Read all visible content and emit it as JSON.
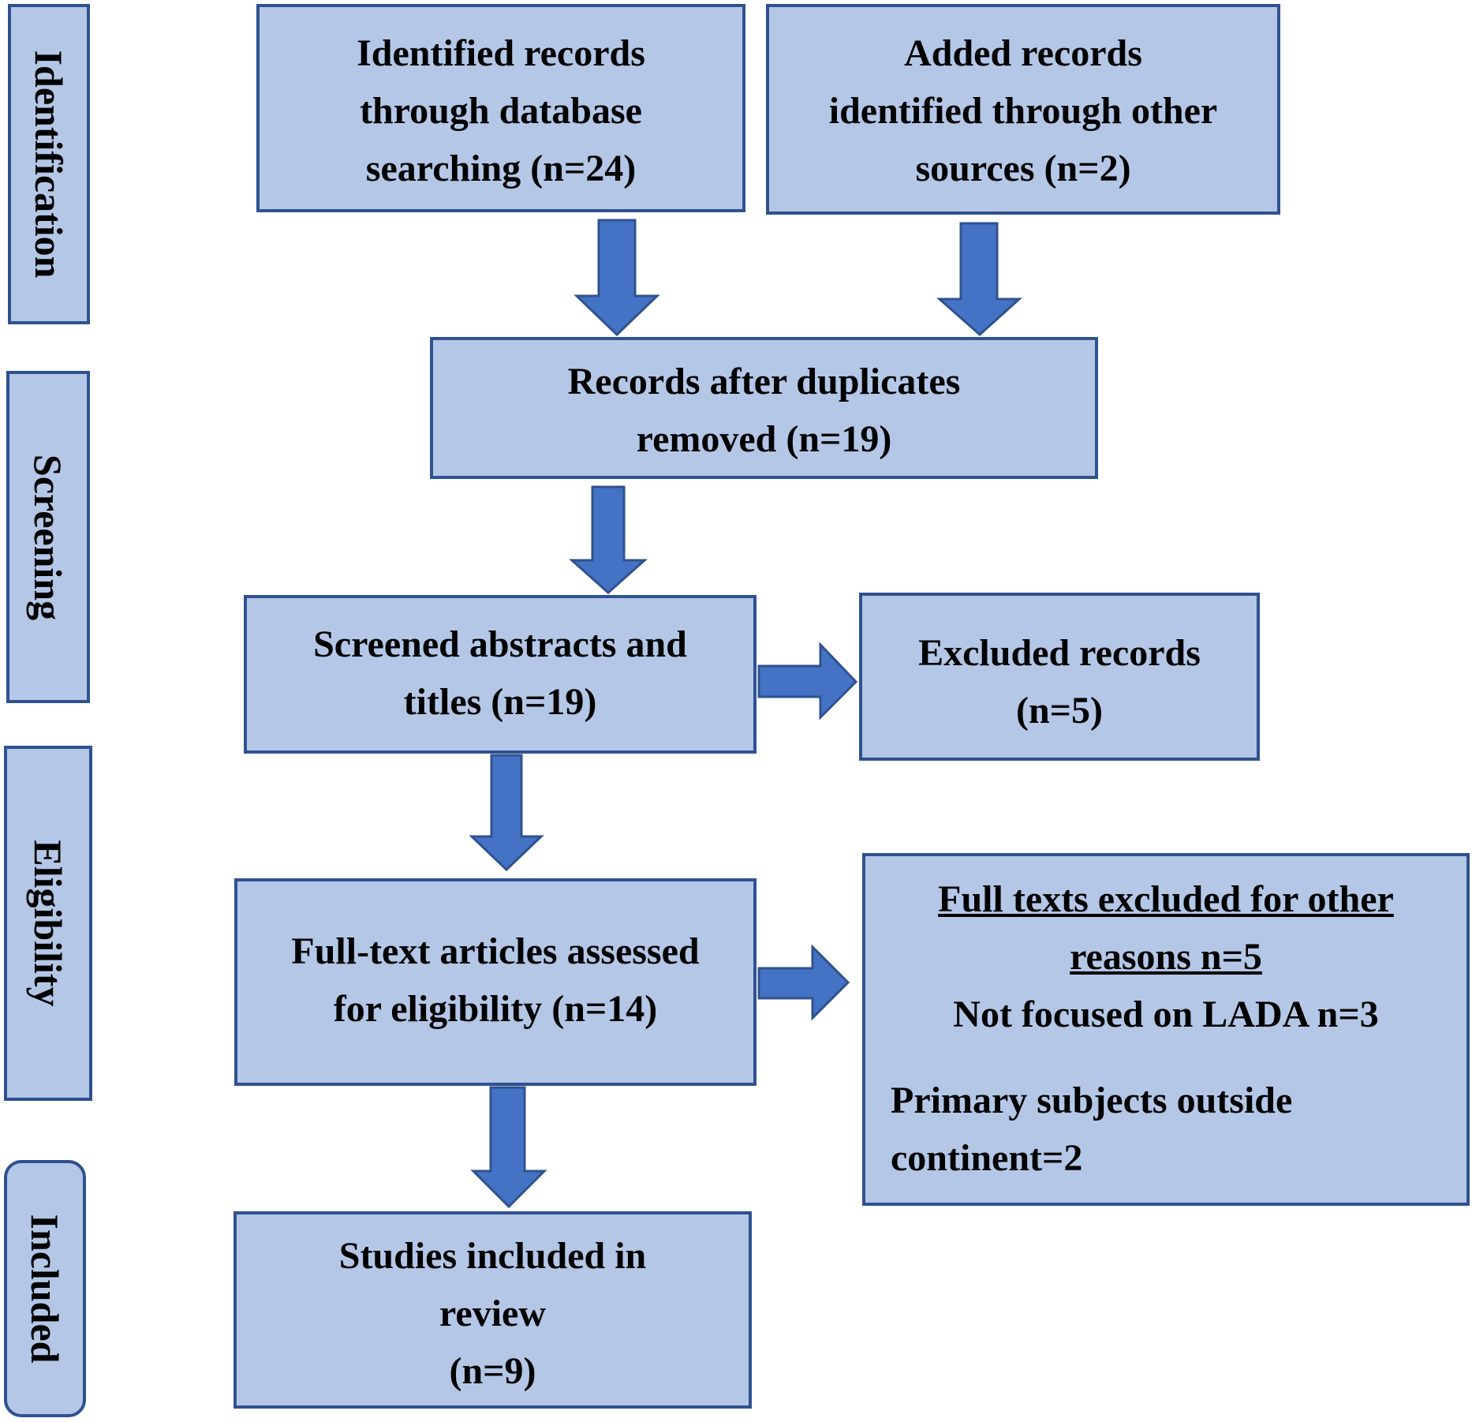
{
  "stages": {
    "identification": "Identification",
    "screening": "Screening",
    "eligibility": "Eligibility",
    "included": "Included"
  },
  "boxes": {
    "database": [
      "Identified records",
      "through database",
      "searching (n=24)"
    ],
    "other_sources": [
      "Added records",
      "identified through other",
      "sources (n=2)"
    ],
    "after_duplicates": [
      "Records after duplicates",
      "removed (n=19)"
    ],
    "screened": [
      "Screened abstracts and",
      "titles (n=19)"
    ],
    "excluded": [
      "Excluded records",
      "(n=5)"
    ],
    "full_text": [
      "Full-text articles assessed",
      "for eligibility (n=14)"
    ],
    "full_text_excluded": {
      "heading": [
        "Full texts excluded for other",
        "reasons n=5"
      ],
      "reason_1": "Not focused on LADA n=3",
      "reason_2": [
        "Primary subjects outside",
        "continent=2"
      ]
    },
    "included_studies": [
      "Studies included in",
      "review",
      "(n=9)"
    ]
  },
  "colors": {
    "box_fill": "#b4c7e7",
    "box_border": "#2f528f",
    "arrow": "#4472c4"
  }
}
